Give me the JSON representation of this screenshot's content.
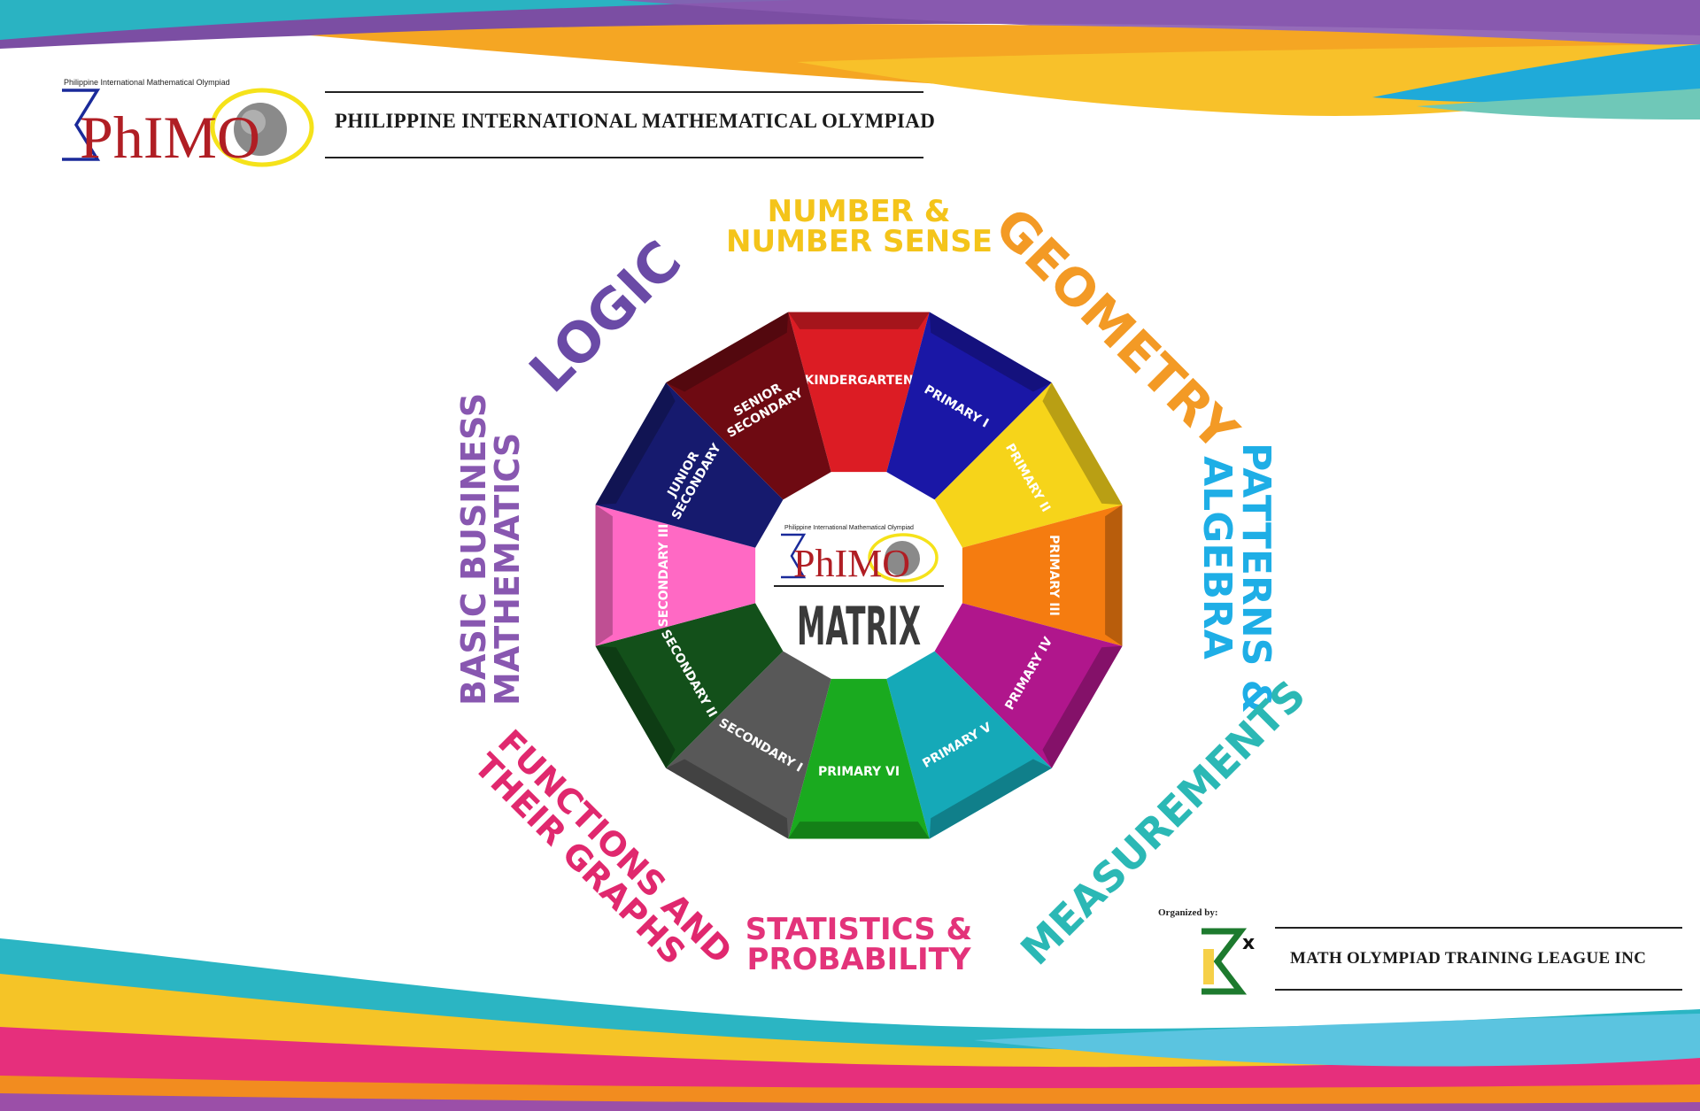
{
  "header": {
    "logo_caption": "Philippine International Mathematical Olympiad",
    "logo_text": "PhIMO",
    "title": "PHILIPPINE INTERNATIONAL MATHEMATICAL OLYMPIAD"
  },
  "center": {
    "logo_caption": "Philippine International Mathematical Olympiad",
    "logo_text": "PhIMO",
    "label": "MATRIX"
  },
  "levels": [
    {
      "label": "KINDERGARTEN",
      "color": "#dc1c24"
    },
    {
      "label": "PRIMARY I",
      "color": "#1a17a6"
    },
    {
      "label": "PRIMARY II",
      "color": "#f6d41a"
    },
    {
      "label": "PRIMARY III",
      "color": "#f57c10"
    },
    {
      "label": "PRIMARY IV",
      "color": "#b0168c"
    },
    {
      "label": "PRIMARY V",
      "color": "#15a9b8"
    },
    {
      "label": "PRIMARY VI",
      "color": "#1aaa1f"
    },
    {
      "label": "SECONDARY I",
      "color": "#585858"
    },
    {
      "label": "SECONDARY II",
      "color": "#13501a"
    },
    {
      "label": "SECONDARY III",
      "color": "#ff69c4"
    },
    {
      "label": "JUNIOR SECONDARY",
      "color": "#161a6e"
    },
    {
      "label": "SENIOR SECONDARY",
      "color": "#6e0a12"
    }
  ],
  "topics": {
    "number": {
      "lines": [
        "NUMBER &",
        "NUMBER SENSE"
      ],
      "color": "#f4c41a"
    },
    "geometry": {
      "lines": [
        "GEOMETRY"
      ],
      "color": "#f39a25"
    },
    "patterns": {
      "lines": [
        "PATTERNS &",
        "ALGEBRA"
      ],
      "color": "#1eaee6"
    },
    "measurements": {
      "lines": [
        "MEASUREMENTS"
      ],
      "color": "#2bb8b5"
    },
    "statistics": {
      "lines": [
        "STATISTICS &",
        "PROBABILITY"
      ],
      "color": "#e3337a"
    },
    "functions": {
      "lines": [
        "FUNCTIONS AND",
        "THEIR GRAPHS"
      ],
      "color": "#e0286e"
    },
    "business": {
      "lines": [
        "BASIC BUSINESS",
        "MATHEMATICS"
      ],
      "color": "#8857b0"
    },
    "logic": {
      "lines": [
        "LOGIC"
      ],
      "color": "#6a4aa6"
    }
  },
  "organizer": {
    "label": "Organized by:",
    "name": "MATH OLYMPIAD TRAINING LEAGUE INC"
  }
}
